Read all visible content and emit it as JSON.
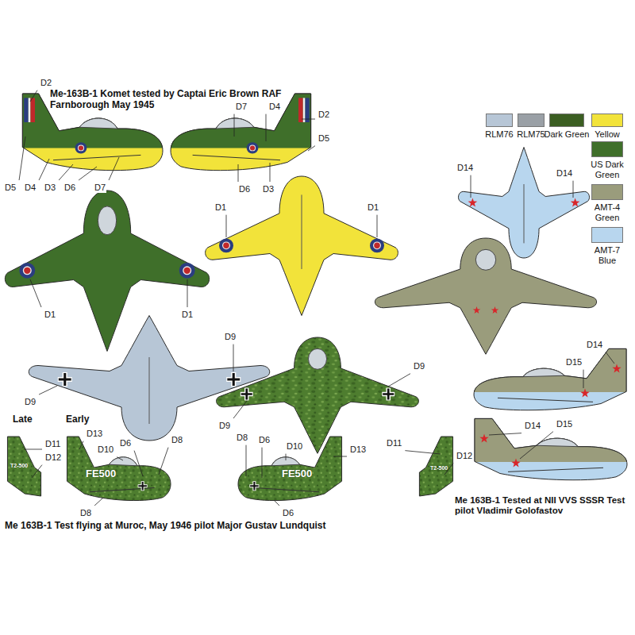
{
  "diagram": {
    "labels": [
      "Me-163B-1 Komet tested by Captai Eric Brown RAF Farnborough May 1945",
      "D2",
      "D7",
      "D4",
      "D2",
      "D5",
      "D5",
      "D4",
      "D3",
      "D6",
      "D7",
      "D6",
      "D3",
      "D14",
      "D14",
      "D1",
      "D1",
      "D1",
      "D1",
      "D9",
      "D9",
      "D9",
      "D9",
      "Late",
      "Early",
      "D13",
      "D11",
      "D12",
      "D10",
      "D6",
      "D8",
      "FE500",
      "T2-500",
      "D8",
      "D8",
      "D6",
      "D10",
      "D13",
      "FE500",
      "D11",
      "D12",
      "T2-500",
      "D6",
      "Me 163B-1 Test flying at Muroc, May 1946 pilot Major Gustav Lundquist",
      "D14",
      "D15",
      "D14",
      "D15",
      "Me 163B-1 Tested at NII VVS SSSR Test pilot Vladimir Golofastov"
    ],
    "legend": [
      {
        "text": "RLM76",
        "color": "#b7c6d6"
      },
      {
        "text": "RLM75",
        "color": "#9aa0a6"
      },
      {
        "text": "Dark Green",
        "color": "#3b5e22"
      },
      {
        "text": "Yellow",
        "color": "#f2e33a"
      },
      {
        "text": "US Dark Green",
        "color": "#3f6f2a"
      },
      {
        "text": "AMT-4 Green",
        "color": "#9a9c7c"
      },
      {
        "text": "AMT-7 Blue",
        "color": "#b8d6ee"
      }
    ]
  }
}
